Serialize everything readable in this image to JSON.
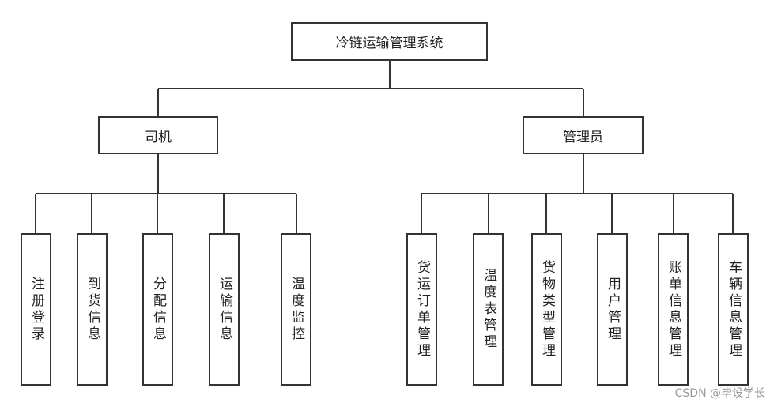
{
  "root": {
    "label": "冷链运输管理系统"
  },
  "roles": [
    {
      "label": "司机",
      "children": [
        "注册登录",
        "到货信息",
        "分配信息",
        "运输信息",
        "温度监控"
      ]
    },
    {
      "label": "管理员",
      "children": [
        "货运订单管理",
        "温度表管理",
        "货物类型管理",
        "用户管理",
        "账单信息管理",
        "车辆信息管理"
      ]
    }
  ],
  "watermark": "CSDN @毕设学长"
}
